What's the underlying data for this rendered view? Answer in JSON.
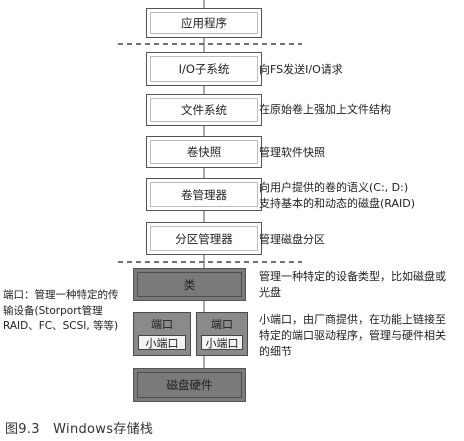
{
  "stack": {
    "app": "应用程序",
    "io_subsystem": "I/O子系统",
    "file_system": "文件系统",
    "volume_snapshot": "卷快照",
    "volume_manager": "卷管理器",
    "partition_manager": "分区管理器",
    "class": "类",
    "port_label": "端口",
    "miniport_label": "小端口",
    "disk_hardware": "磁盘硬件"
  },
  "descriptions": {
    "io_subsystem": "向FS发送I/O请求",
    "file_system": "在原始卷上强加上文件结构",
    "volume_snapshot": "管理软件快照",
    "volume_manager_line1": "向用户提供的卷的语义(C:, D:)",
    "volume_manager_line2": "支持基本的和动态的磁盘(RAID)",
    "partition_manager": "管理磁盘分区",
    "class_line1": "管理一种特定的设备类型，比如磁盘或",
    "class_line2": "光盘",
    "miniport_line1": "小端口，由厂商提供，在功能上链接至",
    "miniport_line2": "特定的端口驱动程序，管理与硬件相关",
    "miniport_line3": "的细节",
    "port_text": "端口：管理一种特定的传输设备(Storport管理RAID、FC、SCSI, 等等)"
  },
  "caption": "图9.3　Windows存储栈"
}
